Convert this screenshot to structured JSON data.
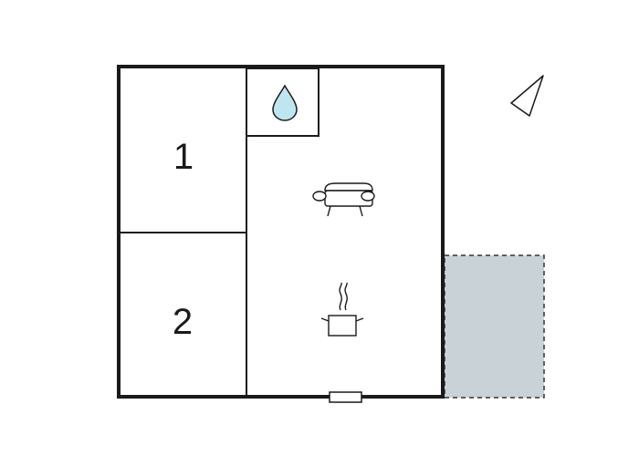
{
  "floor_plan": {
    "rooms": [
      {
        "label": "1",
        "kind": "bedroom"
      },
      {
        "label": "2",
        "kind": "bedroom"
      }
    ],
    "icons": [
      "bathroom-water-drop-icon",
      "living-room-sofa-icon",
      "kitchen-cooking-pot-icon",
      "north-arrow-icon"
    ],
    "colors": {
      "walls": "#1a1a1a",
      "water_drop": "#bfe6ee",
      "terrace_fill": "#c9d2d6",
      "background": "#ffffff"
    }
  }
}
